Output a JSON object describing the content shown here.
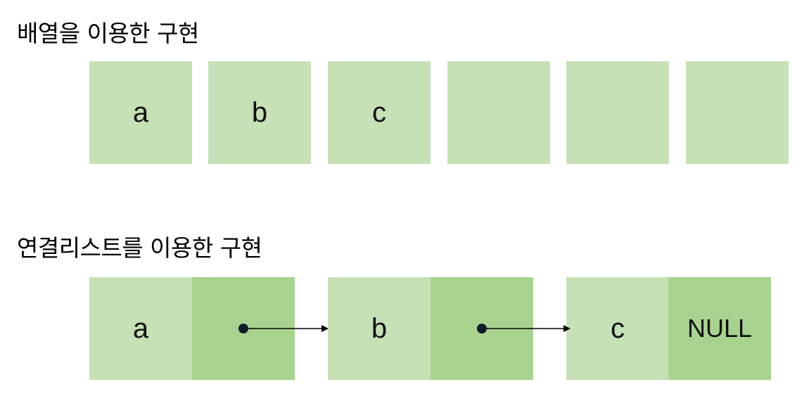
{
  "array_section": {
    "title": "배열을 이용한 구현",
    "cells": [
      "a",
      "b",
      "c",
      "",
      "",
      ""
    ]
  },
  "linked_list_section": {
    "title": "연결리스트를 이용한 구현",
    "nodes": [
      {
        "data": "a",
        "next": ""
      },
      {
        "data": "b",
        "next": ""
      },
      {
        "data": "c",
        "next": "NULL"
      }
    ]
  },
  "colors": {
    "data_cell": "#c6e1b6",
    "pointer_cell": "#a8d38e",
    "pointer_dot": "#0d1b2a",
    "arrow": "#000000"
  }
}
